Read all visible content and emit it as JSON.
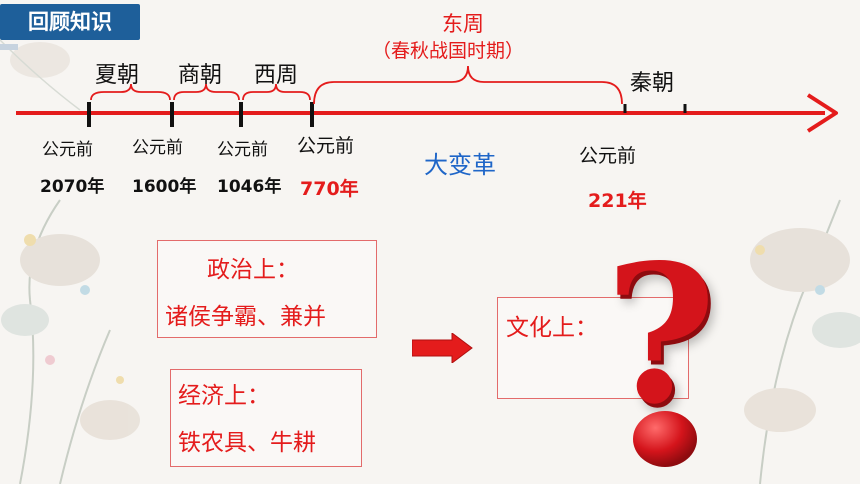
{
  "badge": "回顾知识",
  "dynasties": {
    "xia": "夏朝",
    "shang": "商朝",
    "xizhou": "西周",
    "qin": "秦朝"
  },
  "dongzhou": {
    "name": "东周",
    "period": "（春秋战国时期）"
  },
  "dates": [
    {
      "label": "公元前",
      "year": "2070年"
    },
    {
      "label": "公元前",
      "year": "1600年"
    },
    {
      "label": "公元前",
      "year": "1046年"
    },
    {
      "label": "公元前",
      "year": "770年"
    },
    {
      "label": "公元前",
      "year": "221年"
    }
  ],
  "center_label": "大变革",
  "political": {
    "title": "政治上：",
    "content": "诸侯争霸、兼并"
  },
  "economic": {
    "title": "经济上：",
    "content": "铁农具、牛耕"
  },
  "cultural": {
    "title": "文化上："
  },
  "question_mark": "?",
  "colors": {
    "badge": "#1e5f9a",
    "timeline": "#e41c1c",
    "accent_red": "#e41c1c",
    "blue_text": "#1f66c8"
  },
  "icons": [
    "right-arrow-icon",
    "question-mark-icon"
  ]
}
